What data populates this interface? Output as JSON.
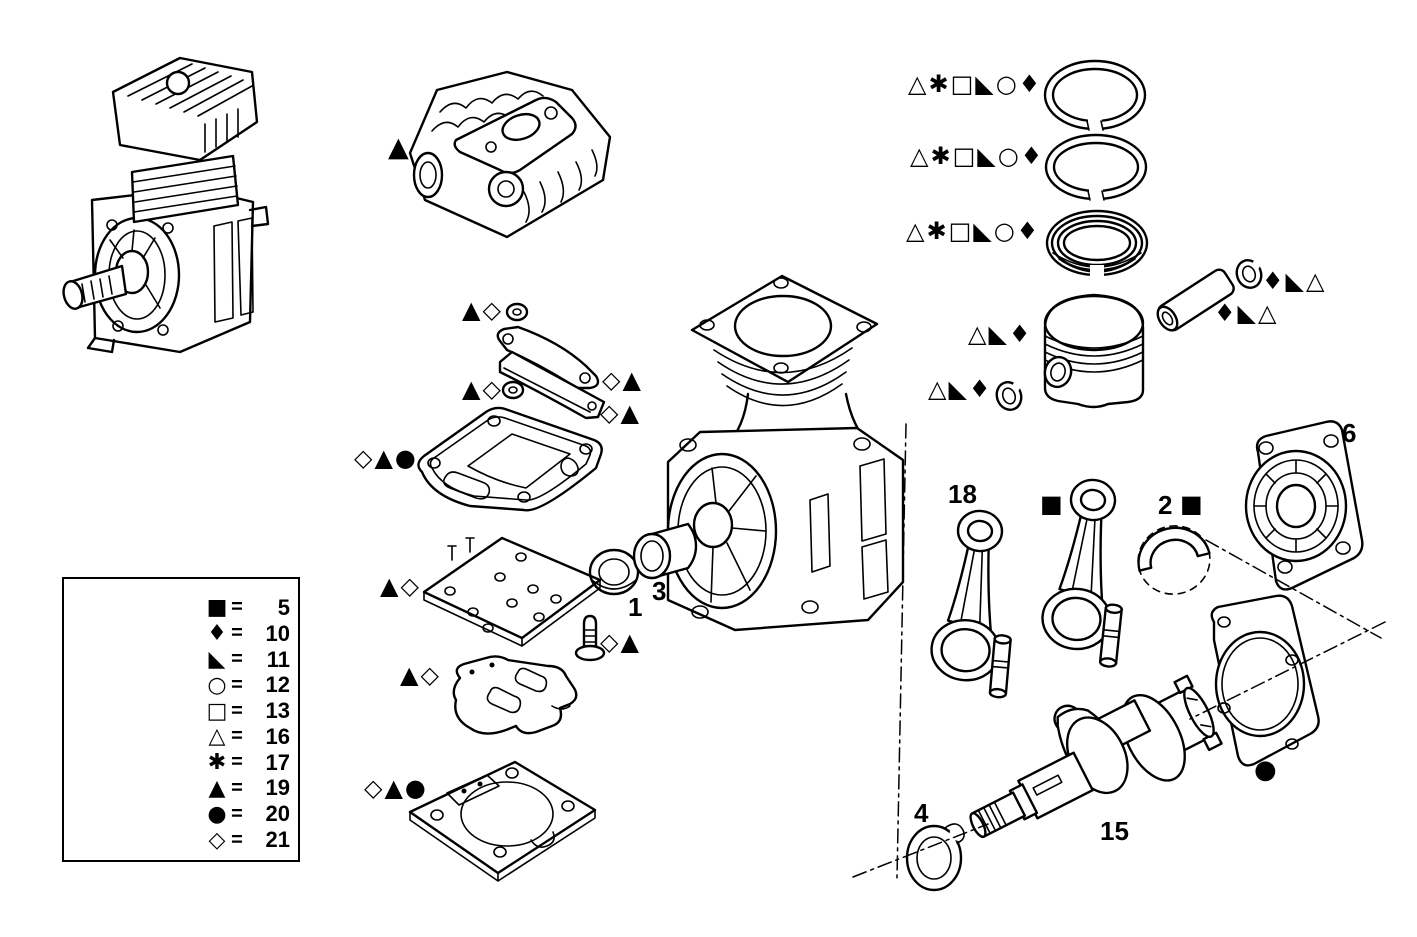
{
  "page": {
    "description": "Air compressor exploded-view spare parts diagram",
    "ink_color": "#000000",
    "paper_color": "#ffffff"
  },
  "legend": {
    "items": [
      {
        "symbol": "■",
        "value": "5"
      },
      {
        "symbol": "♦",
        "value": "10"
      },
      {
        "symbol": "◣",
        "value": "11"
      },
      {
        "symbol": "○",
        "value": "12"
      },
      {
        "symbol": "□",
        "value": "13"
      },
      {
        "symbol": "△",
        "value": "16"
      },
      {
        "symbol": "✱",
        "value": "17"
      },
      {
        "symbol": "▲",
        "value": "19"
      },
      {
        "symbol": "●",
        "value": "20"
      },
      {
        "symbol": "◇",
        "value": "21"
      }
    ]
  },
  "equals_sign": "=",
  "markers": {
    "compression_ring_1": "△✱□◣○♦",
    "compression_ring_2": "△✱□◣○♦",
    "oil_ring": "△✱□◣○♦",
    "piston": "△◣♦",
    "piston_circlip": "△◣♦",
    "pin_circlip": "♦◣△",
    "piston_pin": "♦◣△",
    "cylinder_head": "▲",
    "valve_strap_upper": "▲◇",
    "valve_strap_lower": "▲◇",
    "strap_right_upper": "◇▲",
    "strap_right_lower": "◇▲",
    "head_gasket": "◇▲●",
    "valve_plate": "▲◇",
    "valve_screw": "◇▲",
    "unloader_plate": "▲◇",
    "base_gasket": "◇▲●",
    "connecting_rod_kit": "■",
    "bearing_shell_kit": "■",
    "end_cover_gasket": "●"
  },
  "part_numbers": {
    "seal_ring": "1",
    "bushing": "3",
    "bearing_shell": "2",
    "shaft_seal": "4",
    "bearing_cover": "6",
    "crankshaft": "15",
    "connecting_rod": "18"
  }
}
